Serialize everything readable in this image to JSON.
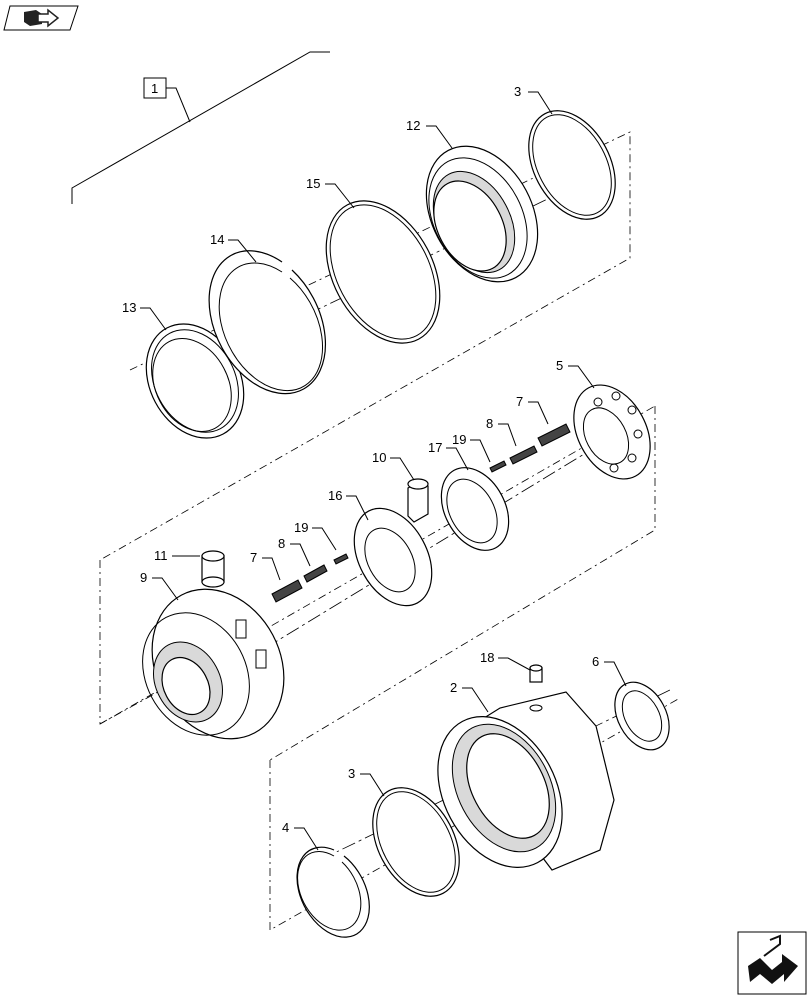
{
  "nav": {
    "top_icon": "book-arrow-icon",
    "bottom_icon": "next-page-arrow-icon"
  },
  "assembly_label": "1",
  "callouts": {
    "c2": "2",
    "c3a": "3",
    "c3b": "3",
    "c4": "4",
    "c5": "5",
    "c6": "6",
    "c7a": "7",
    "c7b": "7",
    "c8a": "8",
    "c8b": "8",
    "c9": "9",
    "c10": "10",
    "c11": "11",
    "c12": "12",
    "c13": "13",
    "c14": "14",
    "c15": "15",
    "c16": "16",
    "c17": "17",
    "c18": "18",
    "c19a": "19",
    "c19b": "19"
  }
}
